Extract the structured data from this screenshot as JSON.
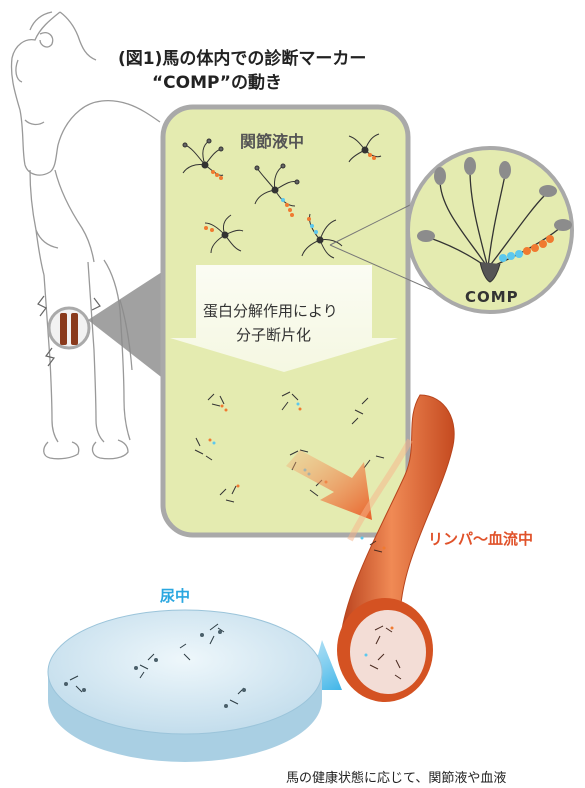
{
  "title": "(図1)馬の体内での診断マーカー",
  "subtitle": "“COMP”の動き",
  "labels": {
    "joint_fluid": "関節液中",
    "arrow_line1": "蛋白分解作用により",
    "arrow_line2": "分子断片化",
    "comp": "COMP",
    "blood": "リンパ〜血流中",
    "urine": "尿中"
  },
  "footer_text": "馬の健康状態に応じて、関節液や血液",
  "colors": {
    "joint_panel": "#e4ebb0",
    "blood_vessel": "#e2602e",
    "urine_dish": "#cfe6f2",
    "blood_label": "#e0522a",
    "urine_label": "#2aa7e0"
  }
}
